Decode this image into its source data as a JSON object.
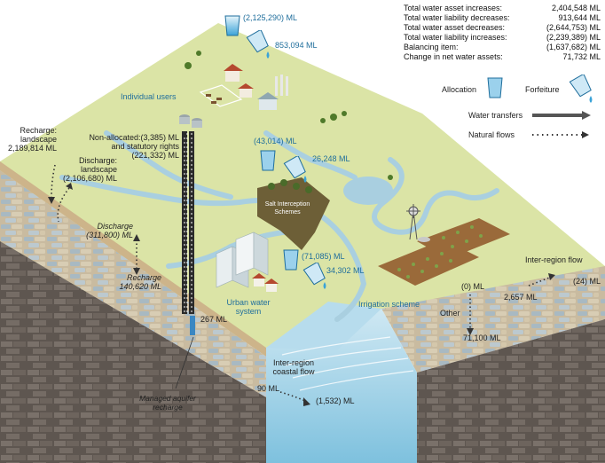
{
  "summary": {
    "rows": [
      {
        "label": "Total water asset increases:",
        "value": "2,404,548 ML"
      },
      {
        "label": "Total water liability decreases:",
        "value": "913,644 ML"
      },
      {
        "label": "Total water asset decreases:",
        "value": "(2,644,753) ML"
      },
      {
        "label": "Total water liability increases:",
        "value": "(2,239,389) ML"
      },
      {
        "label": "Balancing item:",
        "value": "(1,637,682) ML"
      },
      {
        "label": "Change in net water assets:",
        "value": "71,732 ML"
      }
    ]
  },
  "legend": {
    "allocation": "Allocation",
    "forfeiture": "Forfeiture",
    "water_transfers": "Water transfers",
    "natural_flows": "Natural flows"
  },
  "top_flows": {
    "allocation": "(2,125,290) ML",
    "forfeiture": "853,094 ML"
  },
  "regions": {
    "individual_users": "Individual users",
    "salt_schemes_1": "Salt Interception",
    "salt_schemes_2": "Schemes",
    "urban_1": "Urban water",
    "urban_2": "system",
    "irrigation": "Irrigation scheme",
    "managed_1": "Managed aquifer",
    "managed_2": "recharge"
  },
  "flows": {
    "recharge_landscape_1": "Recharge:",
    "recharge_landscape_2": "landscape",
    "recharge_landscape_val": "2,189,814 ML",
    "discharge_landscape_1": "Discharge:",
    "discharge_landscape_2": "landscape",
    "discharge_landscape_val": "(2,106,680) ML",
    "non_allocated_1": "Non-allocated:(3,385) ML",
    "non_allocated_2": "and statutory rights",
    "non_allocated_3": "(221,332) ML",
    "discharge_label": "Discharge",
    "discharge_val": "(311,800) ML",
    "recharge_label": "Recharge",
    "recharge_val": "140,620 ML",
    "salt_alloc": "(43,014) ML",
    "salt_forf": "26,248 ML",
    "urban_alloc": "(71,085) ML",
    "urban_forf": "34,302 ML",
    "managed_val": "267 ML",
    "inter_region_1": "Inter-region",
    "inter_region_2": "coastal flow",
    "coastal_in": "90 ML",
    "coastal_out": "(1,532) ML",
    "other_in": "(0) ML",
    "other_label": "Other",
    "other_out": "71,100 ML",
    "inter_region_flow": "Inter-region flow",
    "ir_in": "2,657 ML",
    "ir_out": "(24) ML"
  }
}
